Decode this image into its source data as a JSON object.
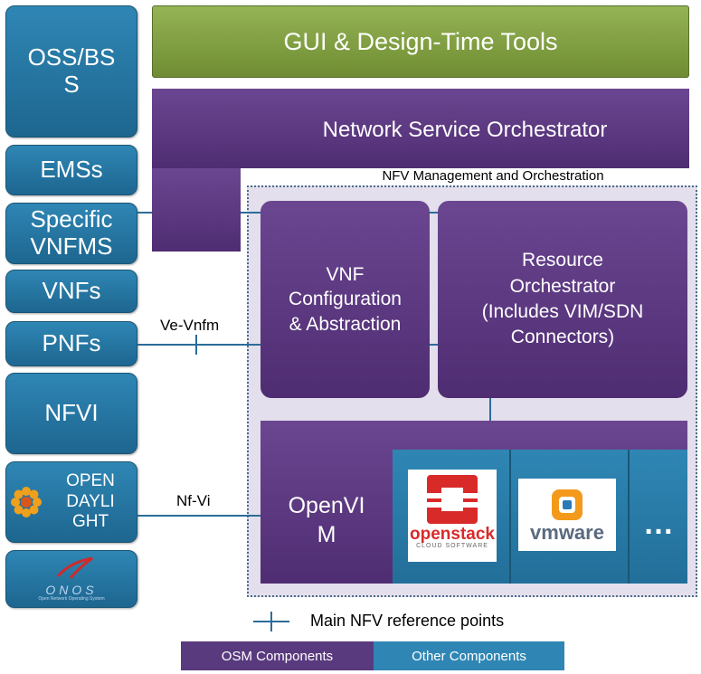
{
  "left_column": {
    "oss_bss": "OSS/BS\nS",
    "emss": "EMSs",
    "specific_vnfms": "Specific\nVNFMS",
    "vnfs": "VNFs",
    "pnfs": "PNFs",
    "nfvi": "NFVI",
    "opendaylight": "OPEN\nDAYLI\nGHT",
    "onos_logo": "ONOS",
    "onos_tagline": "Open Network Operating System"
  },
  "gui_tools": "GUI & Design-Time Tools",
  "nso": "Network Service Orchestrator",
  "mano_label": "NFV Management and Orchestration",
  "vnf_config": "VNF\nConfiguration\n& Abstraction",
  "resource_orch": "Resource\nOrchestrator\n(Includes VIM/SDN\nConnectors)",
  "openvim": "OpenVI\nM",
  "openstack_logo": {
    "name": "openstack",
    "tagline": "CLOUD SOFTWARE"
  },
  "vmware_logo": {
    "name": "vmware"
  },
  "more": "…",
  "ref_labels": {
    "ve_vnfm": "Ve-Vnfm",
    "nf_vi": "Nf-Vi"
  },
  "legend": {
    "reference_points": "Main NFV reference points",
    "osm": "OSM Components",
    "other": "Other Components"
  },
  "colors": {
    "osm_purple": "#5a3a7e",
    "other_blue": "#2f86b4",
    "gui_green": "#76933c"
  }
}
